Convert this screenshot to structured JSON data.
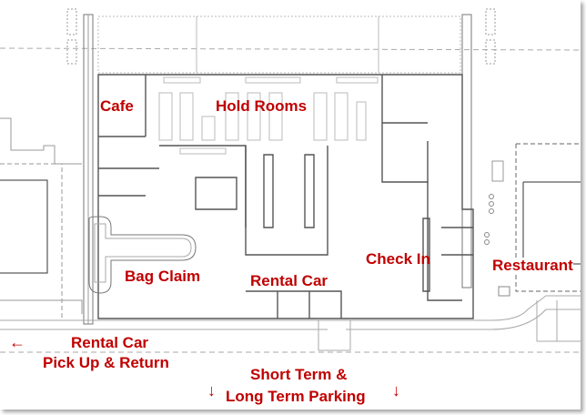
{
  "labels": {
    "cafe": "Cafe",
    "hold_rooms": "Hold Rooms",
    "bag_claim": "Bag Claim",
    "rental_car": "Rental Car",
    "check_in": "Check In",
    "restaurant": "Restaurant",
    "rental_car_pickup_line1": "Rental Car",
    "rental_car_pickup_line2": "Pick Up & Return",
    "parking_line1": "Short Term &",
    "parking_line2": "Long Term Parking"
  },
  "icons": {
    "left_arrow": "←",
    "down_arrow": "↓"
  },
  "colors": {
    "label": "#c00000",
    "lines": "#555555"
  }
}
